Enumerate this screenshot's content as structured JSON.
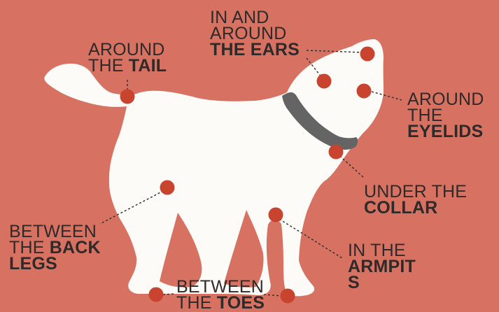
{
  "colors": {
    "background": "#d77262",
    "dog": "#fdfbf8",
    "marker": "#c8442f",
    "text": "#2f2a2a",
    "collar": "#646464",
    "leader": "#2f2a2a"
  },
  "labels": {
    "tail": {
      "line1": "AROUND",
      "line2_normal": "THE ",
      "line2_bold": "TAIL"
    },
    "ears": {
      "line1": "IN AND",
      "line2": "AROUND",
      "line3_bold": "THE EARS"
    },
    "eyelids": {
      "line1": "AROUND",
      "line2": "THE",
      "line3_bold": "EYELIDS"
    },
    "collar": {
      "line1": "UNDER THE",
      "line2_bold": "COLLAR"
    },
    "armpits": {
      "line1": "IN THE",
      "line2_bold": "ARMPIT",
      "line3_bold": "S"
    },
    "back_legs": {
      "line1": "BETWEEN",
      "line2_normal": "THE ",
      "line2_bold": "BACK",
      "line3_bold": "LEGS"
    },
    "toes": {
      "line1": "BETWEEN",
      "line2_normal": "THE ",
      "line2_bold": "TOES"
    }
  },
  "icons": {
    "dog": "dog-silhouette-icon",
    "collar": "collar-icon",
    "marker": "marker-dot-icon"
  }
}
